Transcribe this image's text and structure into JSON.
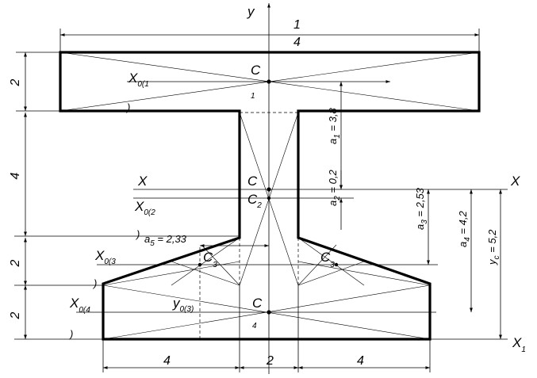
{
  "axes": {
    "y": "y",
    "x": "X",
    "x1": "X",
    "x1_sub": "1"
  },
  "dimensions": {
    "top_width_1": "1",
    "top_width_4": "4",
    "h_flange": "2",
    "h_web": "4",
    "h_slope": "2",
    "h_base": "2",
    "bottom_left": "4",
    "bottom_mid": "2",
    "bottom_right": "4"
  },
  "points": {
    "C1": {
      "label": "C",
      "sub": "1"
    },
    "C2": {
      "label": "C",
      "sub": "2"
    },
    "C3_left": {
      "label": "C",
      "sub": "3"
    },
    "C3_right": {
      "label": "C",
      "sub": "3"
    },
    "C4": {
      "label": "C",
      "sub": "4"
    },
    "C_main": {
      "label": "C"
    }
  },
  "axis_labels": {
    "x01": {
      "main": "X",
      "sub": "0(1"
    },
    "x02": {
      "main": "X",
      "sub": "0(2"
    },
    "x03": {
      "main": "X",
      "sub": "0(3"
    },
    "x04": {
      "main": "X",
      "sub": "0(4"
    },
    "y03": {
      "main": "y",
      "sub": "0(3)"
    },
    "x_center": "X"
  },
  "annotations": {
    "a1": {
      "pre": "a",
      "sub": "1",
      "post": " = 3,8"
    },
    "a2": {
      "pre": "a",
      "sub": "2",
      "post": " = 0,2"
    },
    "a3": {
      "pre": "a",
      "sub": "3",
      "post": " = 2,53"
    },
    "a4": {
      "pre": "a",
      "sub": "4",
      "post": " = 4,2"
    },
    "a5": {
      "pre": "a",
      "sub": "5",
      "post": " = 2,33"
    },
    "yc": {
      "pre": "y",
      "sub": "c",
      "post": " = 5,2"
    }
  },
  "marks": {
    "paren": ")"
  }
}
